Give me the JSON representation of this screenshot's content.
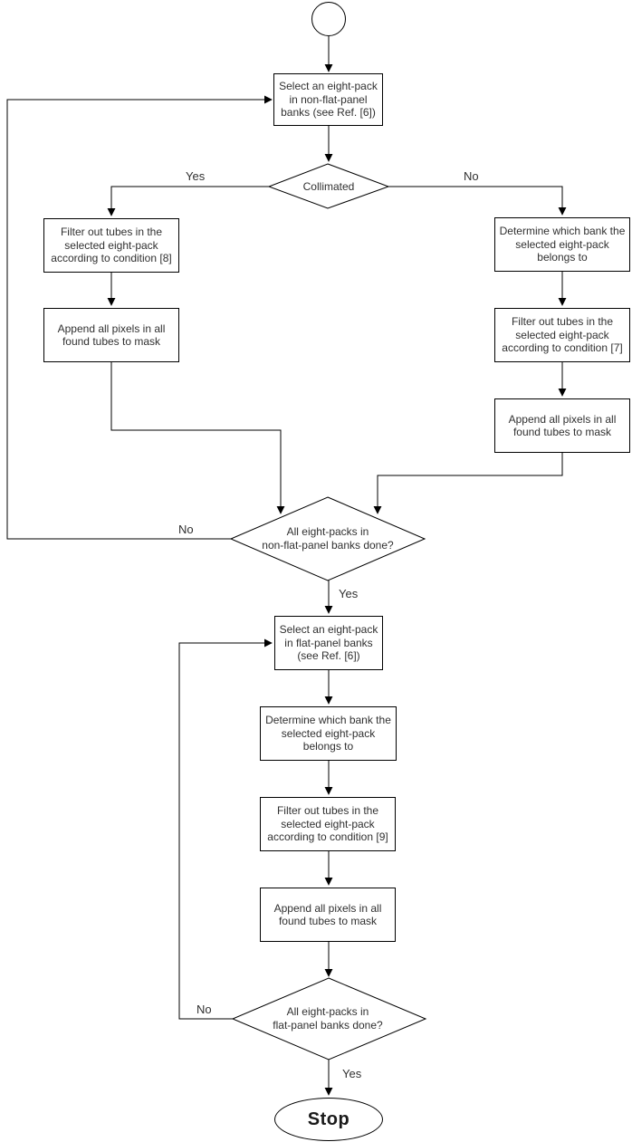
{
  "flowchart": {
    "nodes": {
      "start": {
        "shape": "circle"
      },
      "select_non_flat_pack": {
        "shape": "process",
        "label": "Select an eight-pack\nin non-flat-panel\nbanks (see Ref. [6])"
      },
      "collimated": {
        "shape": "decision",
        "label": "Collimated"
      },
      "filter_condition_8": {
        "shape": "process",
        "label": "Filter out tubes in the\nselected eight-pack\naccording to condition [8]"
      },
      "append_mask_left": {
        "shape": "process",
        "label": "Append all pixels in all\nfound tubes to mask"
      },
      "determine_bank": {
        "shape": "process",
        "label": "Determine which bank the\nselected eight-pack\nbelongs to"
      },
      "filter_condition_7": {
        "shape": "process",
        "label": "Filter out tubes in the\nselected eight-pack\naccording to condition [7]"
      },
      "append_mask_right": {
        "shape": "process",
        "label": "Append all pixels in all\nfound tubes to mask"
      },
      "non_flat_done": {
        "shape": "decision",
        "label": "All eight-packs in\nnon-flat-panel banks done?"
      },
      "select_flat_pack": {
        "shape": "process",
        "label": "Select an eight-pack\nin flat-panel banks\n(see Ref. [6])"
      },
      "determine_bank_flat": {
        "shape": "process",
        "label": "Determine which bank the\nselected eight-pack\nbelongs to"
      },
      "filter_condition_9": {
        "shape": "process",
        "label": "Filter out tubes in the\nselected eight-pack\naccording to condition [9]"
      },
      "append_mask_flat": {
        "shape": "process",
        "label": "Append all pixels in all\nfound tubes to mask"
      },
      "flat_done": {
        "shape": "decision",
        "label": "All eight-packs in\nflat-panel banks done?"
      },
      "stop": {
        "shape": "terminator",
        "label": "Stop"
      }
    },
    "edge_labels": {
      "collimated_yes": "Yes",
      "collimated_no": "No",
      "non_flat_done_no": "No",
      "non_flat_done_yes": "Yes",
      "flat_done_no": "No",
      "flat_done_yes": "Yes"
    },
    "colors": {
      "stroke": "#000000",
      "node_fill": "#ffffff",
      "text": "#303030",
      "background": "#ffffff"
    }
  }
}
